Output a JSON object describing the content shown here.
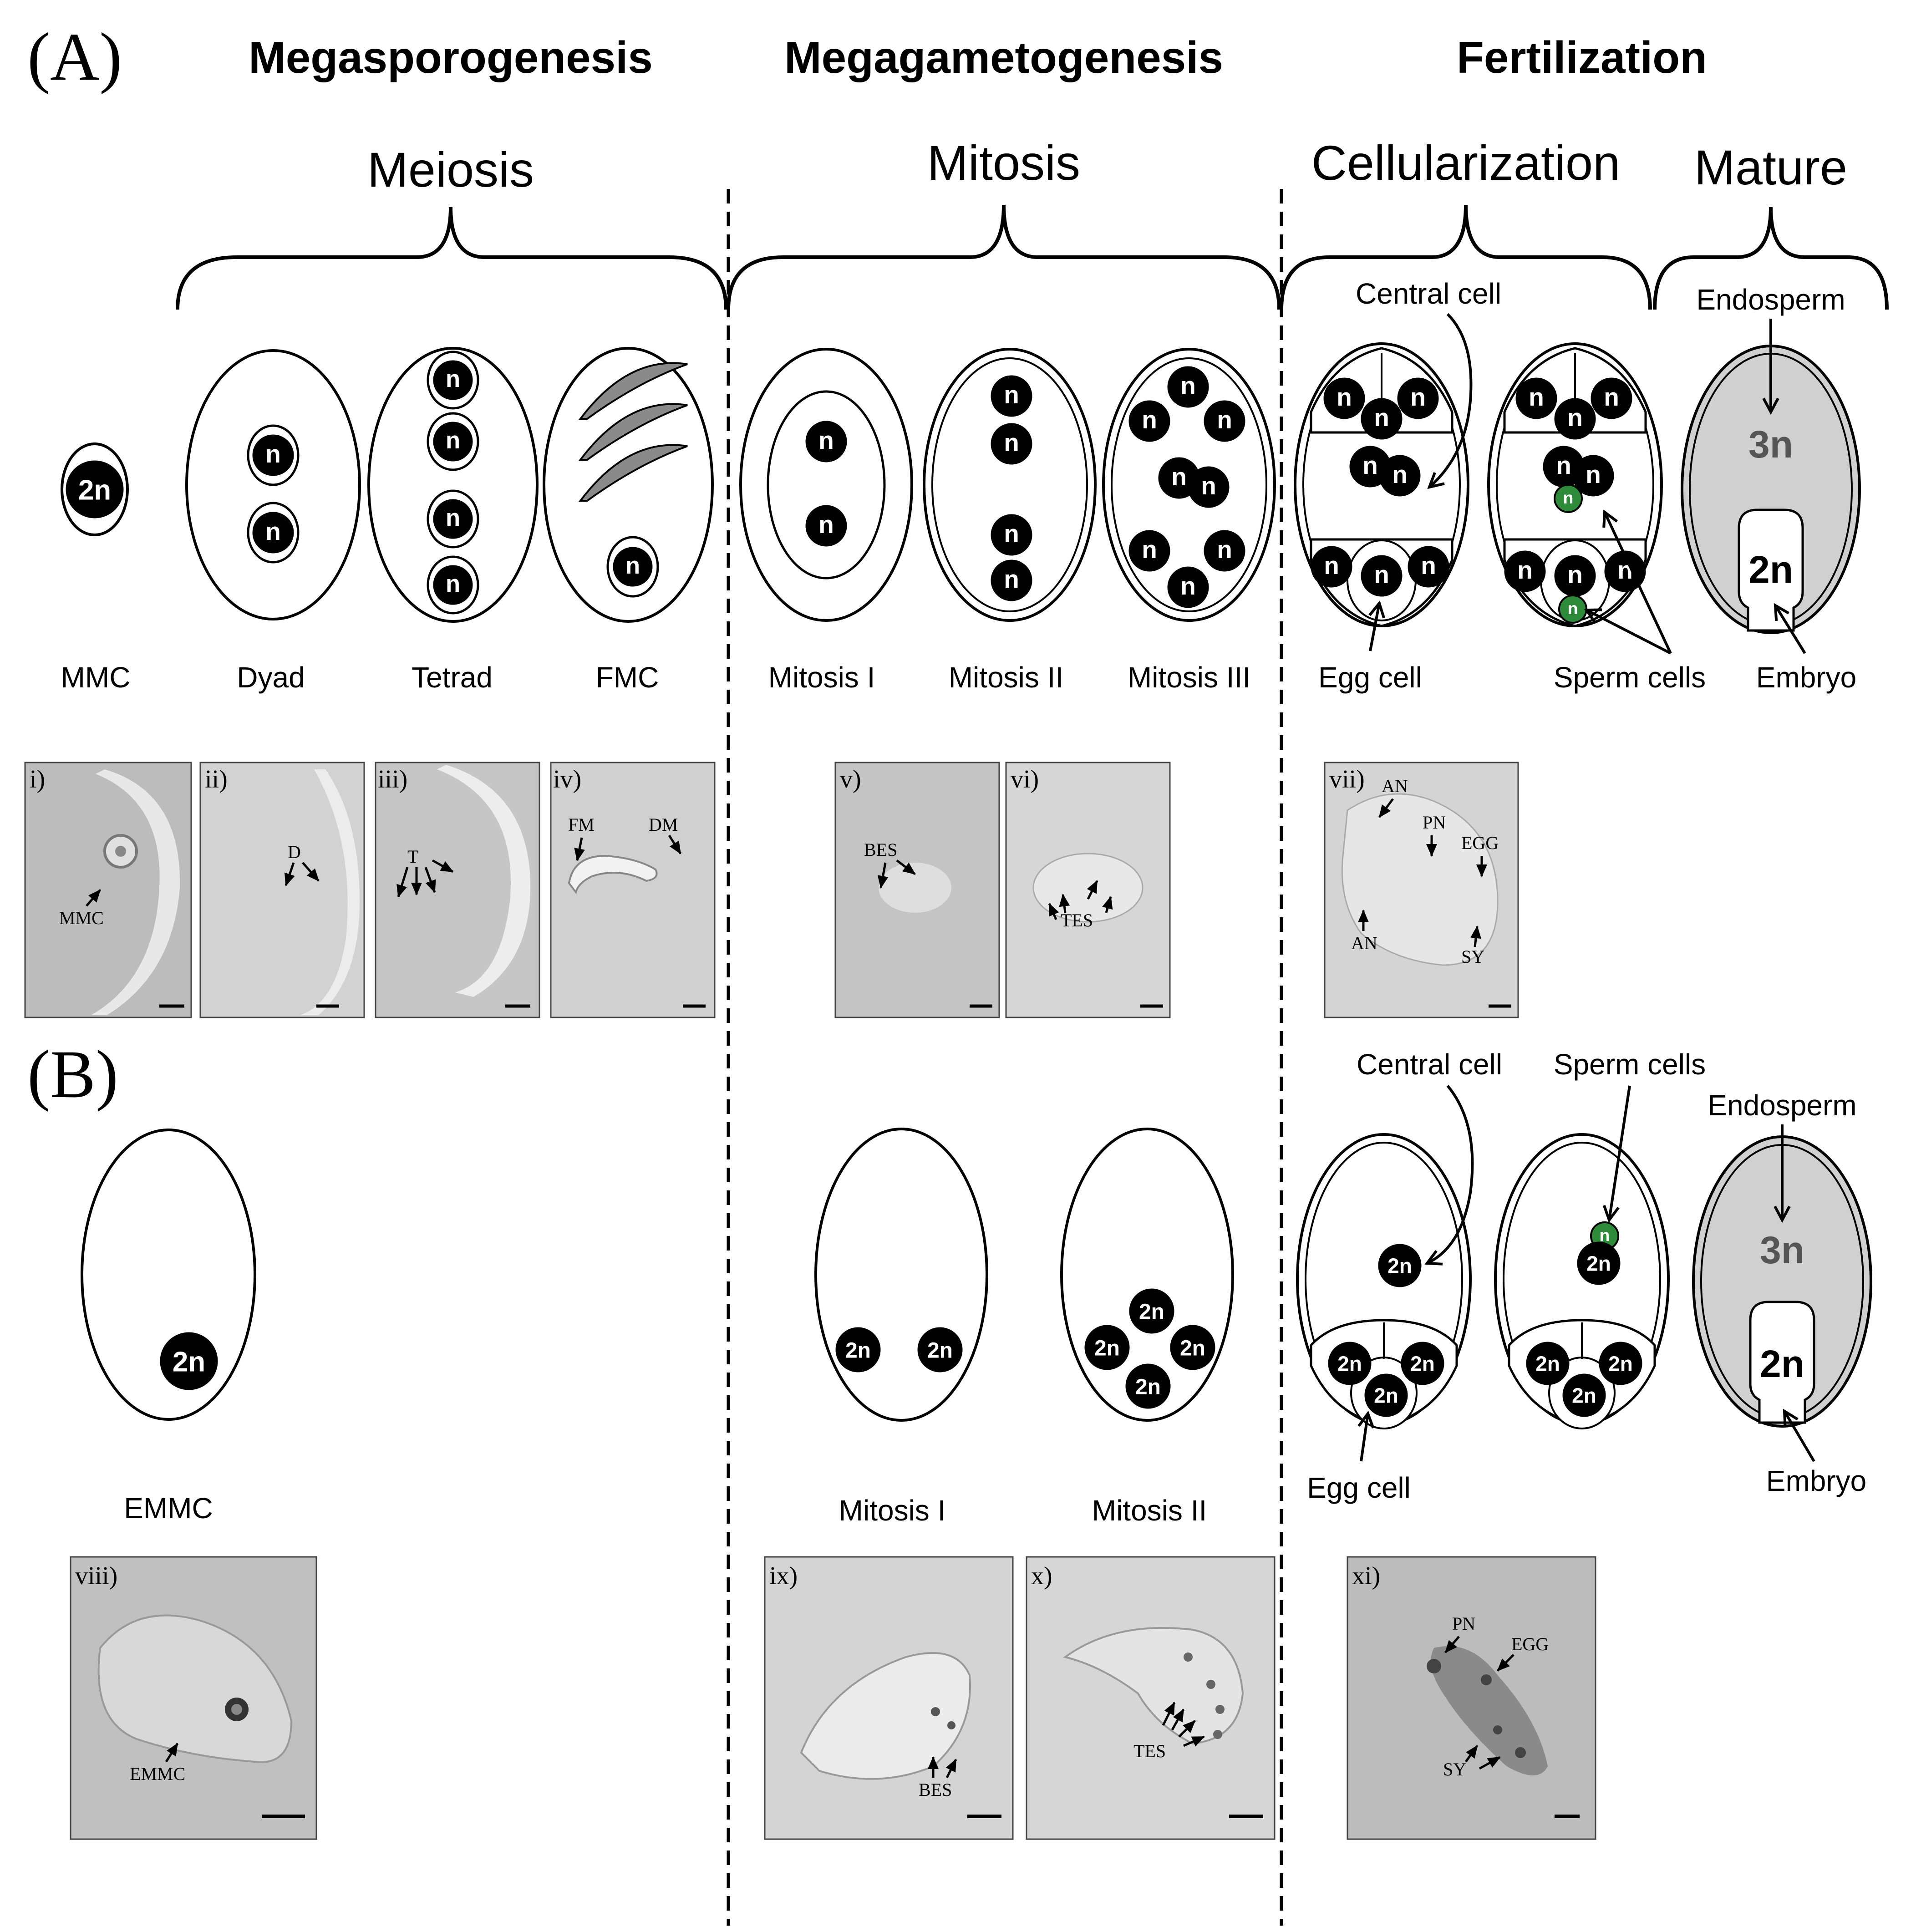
{
  "panels": {
    "a": "(A)",
    "b": "(B)"
  },
  "headings": {
    "megasporogenesis": "Megasporogenesis",
    "megagametogenesis": "Megagametogenesis",
    "fertilization": "Fertilization"
  },
  "phases": {
    "meiosis": "Meiosis",
    "mitosis": "Mitosis",
    "cellularization": "Cellularization",
    "mature": "Mature"
  },
  "stages_a": {
    "mmc": "MMC",
    "dyad": "Dyad",
    "tetrad": "Tetrad",
    "fmc": "FMC",
    "mitosis1": "Mitosis I",
    "mitosis2": "Mitosis II",
    "mitosis3": "Mitosis III",
    "egg_cell": "Egg cell",
    "sperm_cells": "Sperm cells",
    "embryo": "Embryo",
    "central_cell": "Central cell",
    "endosperm": "Endosperm"
  },
  "stages_b": {
    "emmc": "EMMC",
    "mitosis1": "Mitosis I",
    "mitosis2": "Mitosis II",
    "central_cell": "Central cell",
    "sperm_cells": "Sperm cells",
    "endosperm": "Endosperm",
    "egg_cell": "Egg cell",
    "embryo": "Embryo"
  },
  "ploidy": {
    "haploid": "n",
    "diploid": "2n",
    "triploid": "3n"
  },
  "micrographs": {
    "i": {
      "label": "i)",
      "ann": [
        "MMC"
      ]
    },
    "ii": {
      "label": "ii)",
      "ann": [
        "D"
      ]
    },
    "iii": {
      "label": "iii)",
      "ann": [
        "T"
      ]
    },
    "iv": {
      "label": "iv)",
      "ann": [
        "FM",
        "DM"
      ]
    },
    "v": {
      "label": "v)",
      "ann": [
        "BES"
      ]
    },
    "vi": {
      "label": "vi)",
      "ann": [
        "TES"
      ]
    },
    "vii": {
      "label": "vii)",
      "ann": [
        "AN",
        "PN",
        "EGG",
        "AN",
        "SY"
      ]
    },
    "viii": {
      "label": "viii)",
      "ann": [
        "EMMC"
      ]
    },
    "ix": {
      "label": "ix)",
      "ann": [
        "BES"
      ]
    },
    "x": {
      "label": "x)",
      "ann": [
        "TES"
      ]
    },
    "xi": {
      "label": "xi)",
      "ann": [
        "PN",
        "EGG",
        "SY"
      ]
    }
  },
  "colors": {
    "nucleus": "#000000",
    "sperm": "#2e8b3a",
    "sac_fill": "#d0d0d0",
    "micro_bg": "#c8c8c8"
  }
}
